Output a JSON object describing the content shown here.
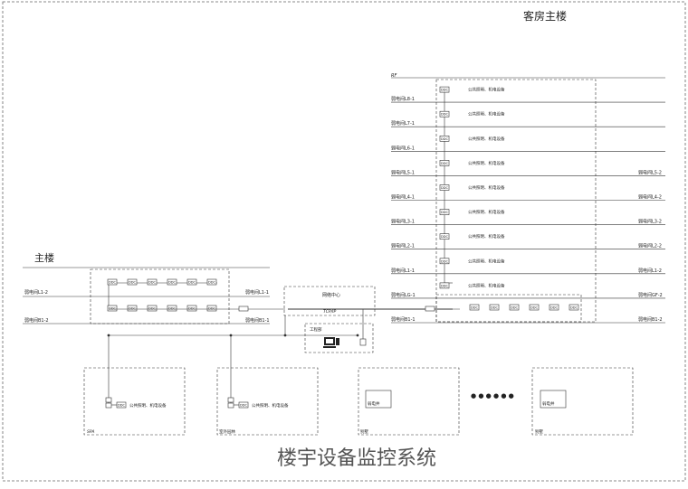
{
  "title": "楼宇设备监控系统",
  "guest_building": {
    "label": "客房主楼",
    "top_floor_label": "RF",
    "floors": [
      {
        "left": "弱电间L8-1",
        "right": ""
      },
      {
        "left": "弱电间L7-1",
        "right": ""
      },
      {
        "left": "弱电间L6-1",
        "right": ""
      },
      {
        "left": "弱电间L5-1",
        "right": "弱电间L5-2"
      },
      {
        "left": "弱电间L4-1",
        "right": "弱电间L4-2"
      },
      {
        "left": "弱电间L3-1",
        "right": "弱电间L3-2"
      },
      {
        "left": "弱电间L2-1",
        "right": "弱电间L2-2"
      },
      {
        "left": "弱电间L1-1",
        "right": "弱电间L1-2"
      },
      {
        "left": "弱电间LG-1",
        "right": "弱电间GF-2"
      },
      {
        "left": "弱电间B1-1",
        "right": "弱电间B1-2"
      }
    ],
    "equipment_text": "公共照明、机电设备"
  },
  "main_building": {
    "label": "主楼",
    "left_labels": [
      "弱电间L1-2",
      "弱电间B1-2"
    ],
    "right_labels": [
      "弱电间L1-1",
      "弱电间B1-1"
    ]
  },
  "network_center": {
    "label": "网络中心",
    "protocol": "TCP/IP"
  },
  "engineering_dept": {
    "label": "工程部"
  },
  "ddc_label": "DDC",
  "bottom_zones": [
    {
      "name": "SPA",
      "equipment": "公共照明、机电设备"
    },
    {
      "name": "室外园林",
      "equipment": "公共照明、机电设备"
    },
    {
      "name": "别墅",
      "room": "弱电井"
    },
    {
      "name": "别墅",
      "room": "弱电井"
    }
  ],
  "ellipsis": "● ● ●   ● ● ●"
}
